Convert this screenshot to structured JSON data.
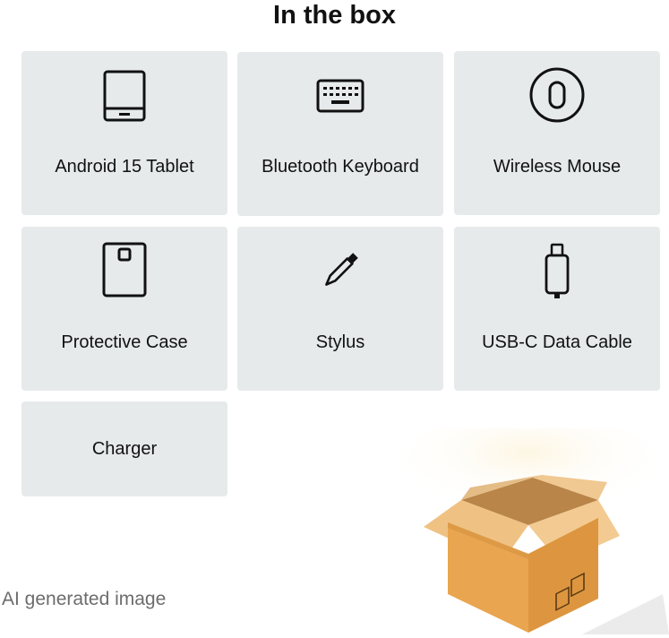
{
  "title": "In the box",
  "items": [
    {
      "label": "Android 15 Tablet",
      "icon": "tablet-icon"
    },
    {
      "label": "Bluetooth Keyboard",
      "icon": "keyboard-icon"
    },
    {
      "label": "Wireless Mouse",
      "icon": "mouse-icon"
    },
    {
      "label": "Protective Case",
      "icon": "case-icon"
    },
    {
      "label": "Stylus",
      "icon": "stylus-icon"
    },
    {
      "label": "USB-C Data Cable",
      "icon": "usb-cable-icon"
    },
    {
      "label": "Charger",
      "icon": ""
    }
  ],
  "footnote": "AI generated image",
  "colors": {
    "card_background": "#e7eaeb",
    "box_cardboard": "#e9a54f",
    "text": "#111111",
    "footnote_text": "#6c6c6c"
  }
}
